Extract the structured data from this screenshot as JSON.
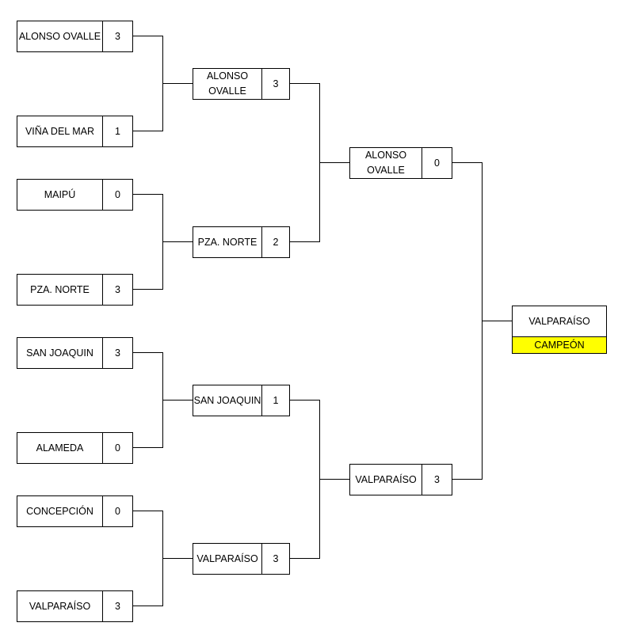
{
  "title": "Tournament bracket",
  "colors": {
    "champion_highlight": "#ffff00",
    "lines": "#000000"
  },
  "round1": [
    {
      "team": "ALONSO OVALLE",
      "score": "3"
    },
    {
      "team": "VIÑA DEL MAR",
      "score": "1"
    },
    {
      "team": "MAIPÚ",
      "score": "0"
    },
    {
      "team": "PZA. NORTE",
      "score": "3"
    },
    {
      "team": "SAN JOAQUIN",
      "score": "3"
    },
    {
      "team": "ALAMEDA",
      "score": "0"
    },
    {
      "team": "CONCEPCIÓN",
      "score": "0"
    },
    {
      "team": "VALPARAÍSO",
      "score": "3"
    }
  ],
  "round2": [
    {
      "team": "ALONSO OVALLE",
      "score": "3"
    },
    {
      "team": "PZA. NORTE",
      "score": "2"
    },
    {
      "team": "SAN JOAQUIN",
      "score": "1"
    },
    {
      "team": "VALPARAÍSO",
      "score": "3"
    }
  ],
  "round3": [
    {
      "team": "ALONSO OVALLE",
      "score": "0"
    },
    {
      "team": "VALPARAÍSO",
      "score": "3"
    }
  ],
  "champion": {
    "team": "VALPARAÍSO",
    "label": "CAMPEÓN"
  }
}
